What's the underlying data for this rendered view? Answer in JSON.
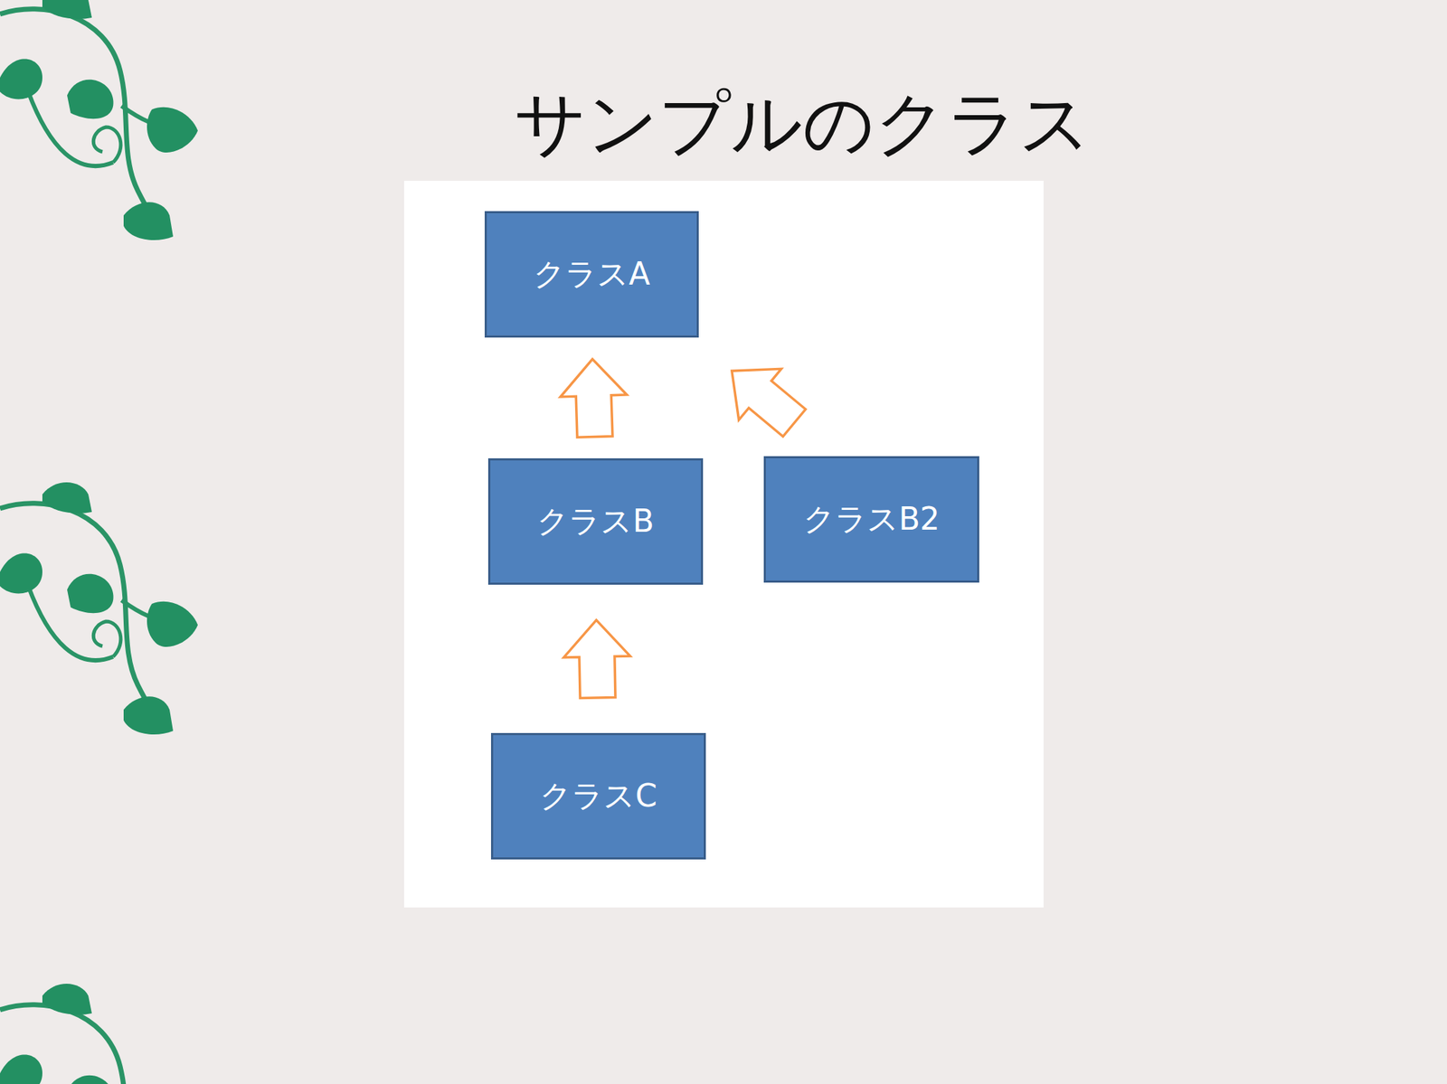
{
  "diagram": {
    "title": "サンプルのクラス",
    "nodes": [
      {
        "text": [
          "クラスA"
        ]
      },
      {
        "text": [
          "クラスB"
        ]
      },
      {
        "text": [
          "クラスB2"
        ]
      },
      {
        "text": [
          "クラスC"
        ]
      }
    ],
    "edges": [
      {
        "from": 1,
        "to": 0,
        "arrow": "to"
      },
      {
        "from": 2,
        "to": 0,
        "arrow": "to"
      },
      {
        "from": 3,
        "to": 1,
        "arrow": "to"
      }
    ]
  }
}
